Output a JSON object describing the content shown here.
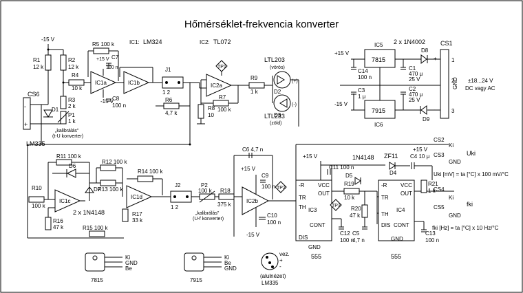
{
  "title": "Hőmérséklet-frekvencia konverter",
  "supply": {
    "neg15": "-15 V",
    "pos15": "+15 V",
    "pos15_sp": "+15 V",
    "neg15_sp": "-15 V"
  },
  "sensor": {
    "connector": "CS6",
    "minus": "-",
    "plus": "+",
    "diode": "D1",
    "part": "LM335",
    "calib": "„kalibrálás\"",
    "calib_mode": "(t-U konverter)"
  },
  "ic": {
    "ic1_name": "IC1:",
    "ic1_part": "LM324",
    "ic2_name": "IC2:",
    "ic2_part": "TL072"
  },
  "leds": {
    "top_part": "LTL203",
    "top_color": "(vörös)",
    "bottom_part": "LTL233",
    "bottom_color": "(zöld)",
    "d2": "D2",
    "d3": "D3",
    "plus": "(+)",
    "minus": "(-)"
  },
  "power": {
    "ic5_name": "IC5",
    "ic5_part": "7815",
    "ic6_name": "IC6",
    "ic6_part": "7915",
    "diodes": "2 x 1N4002",
    "connector": "CS1",
    "pin1": "1",
    "pin2": "2",
    "pin3": "3",
    "plus": "+",
    "minus": "-",
    "gnd": "GND",
    "input_range": "±18...24 V",
    "input_type": "DC vagy AC"
  },
  "parts": {
    "r1": {
      "name": "R1",
      "value": "12 k"
    },
    "r2": {
      "name": "R2",
      "value": "12 k"
    },
    "r3": {
      "name": "R3",
      "value": "2 k"
    },
    "p1": {
      "name": "P1",
      "value": "1 k"
    },
    "r4": {
      "name": "R4",
      "value": "10 k"
    },
    "r5": {
      "full": "R5  100 k"
    },
    "ic1a": "IC1a",
    "ic1b": "IC1b",
    "ic1c": "IC1c",
    "ic1d": "IC1d",
    "c7": {
      "name": "C7",
      "value": "100 n"
    },
    "c8": {
      "name": "C8",
      "value": "100 n"
    },
    "j1": "J1",
    "j1_pins": "1    2",
    "r6": {
      "name": "R6",
      "value": "4,7 k"
    },
    "ic2a": "IC2a",
    "ic2b": "IC2b",
    "r7": {
      "name": "R7",
      "value": "100 k"
    },
    "r8": {
      "name": "R8",
      "value": "10"
    },
    "tp1": "TP1",
    "tp2": "TP2",
    "tp3": "TP3",
    "r9": {
      "name": "R9",
      "value": "1 k"
    },
    "c14": {
      "name": "C14",
      "value": "100 n"
    },
    "c3": {
      "name": "C3",
      "value": "1 μ"
    },
    "c1": {
      "name": "C1",
      "value": "470 μ",
      "voltage": "25 V"
    },
    "c2": {
      "name": "C2",
      "value": "470 μ",
      "voltage": "25 V"
    },
    "d8": "D8",
    "d9": "D9",
    "r10": {
      "name": "R10",
      "value": "100 k"
    },
    "r11": {
      "full": "R11 100 k"
    },
    "d6": "D6",
    "d7": "D7",
    "diodes2": "2 x 1N4148",
    "r12": {
      "full": "R12 100 k"
    },
    "r13": {
      "full": "R13 100 k"
    },
    "r14": {
      "full": "R14 100 k"
    },
    "r15": {
      "full": "R15 100 k"
    },
    "r16": {
      "name": "R16",
      "value": "47 k"
    },
    "r17": {
      "name": "R17",
      "value": "33 k"
    },
    "j2": "J2",
    "j2_pins": "1      2",
    "p2": {
      "name": "P2",
      "value": "100 k"
    },
    "calib2": "„kalibrálás\"",
    "calib2_mode": "(U-f konverter)",
    "r18": {
      "name": "R18",
      "value": "375 k"
    },
    "c6": "C6  4,7 n",
    "c9": {
      "name": "C9",
      "value": "100 n"
    },
    "c10": {
      "name": "C10",
      "value": "100 n"
    },
    "c11": "C11 100 n",
    "c12": {
      "name": "C12",
      "value": "100 n"
    },
    "r19": {
      "name": "R19",
      "value": "10 k"
    },
    "d5": "D5",
    "d5_part": "1N4148",
    "r20": {
      "name": "R20",
      "value": "47 k"
    },
    "c5": {
      "name": "C5",
      "value": "4,7 n"
    },
    "zf": "ZF11",
    "d4": "D4",
    "c4": "C4  10 μ",
    "c13": {
      "name": "C13",
      "value": "100 n"
    },
    "r21": {
      "name": "R21",
      "value": "1 k"
    }
  },
  "timer": {
    "r": "-R",
    "vcc": "VCC",
    "tr": "TR",
    "out": "OUT",
    "th": "TH",
    "cont": "CONT",
    "dis": "DIS",
    "gnd": "GND",
    "ic3": "IC3",
    "ic4": "IC4",
    "part": "555"
  },
  "outputs": {
    "cs2": "CS2",
    "cs3": "CS3",
    "cs4": "CS4",
    "cs5": "CS5",
    "ki": "Ki",
    "gnd": "GND",
    "u_label": "Uki",
    "f_label": "fki",
    "u_formula": "Uki [mV] = ta [°C] x 100 mV/°C",
    "f_formula": "fki [Hz] = ta [°C] x 10 Hz/°C"
  },
  "packages": {
    "r7815": "7815",
    "r7815_pin1": "Ki",
    "r7815_pin2": "GND",
    "r7815_pin3": "Be",
    "r7915": "7915",
    "r7915_pin1": "Ki",
    "r7915_pin2": "Be",
    "r7915_pin3": "GND",
    "lm335": "LM335",
    "lm335_pin1": "vez.",
    "lm335_pin2": "+",
    "lm335_pin3": "-",
    "lm335_note": "(alulnézet)"
  }
}
